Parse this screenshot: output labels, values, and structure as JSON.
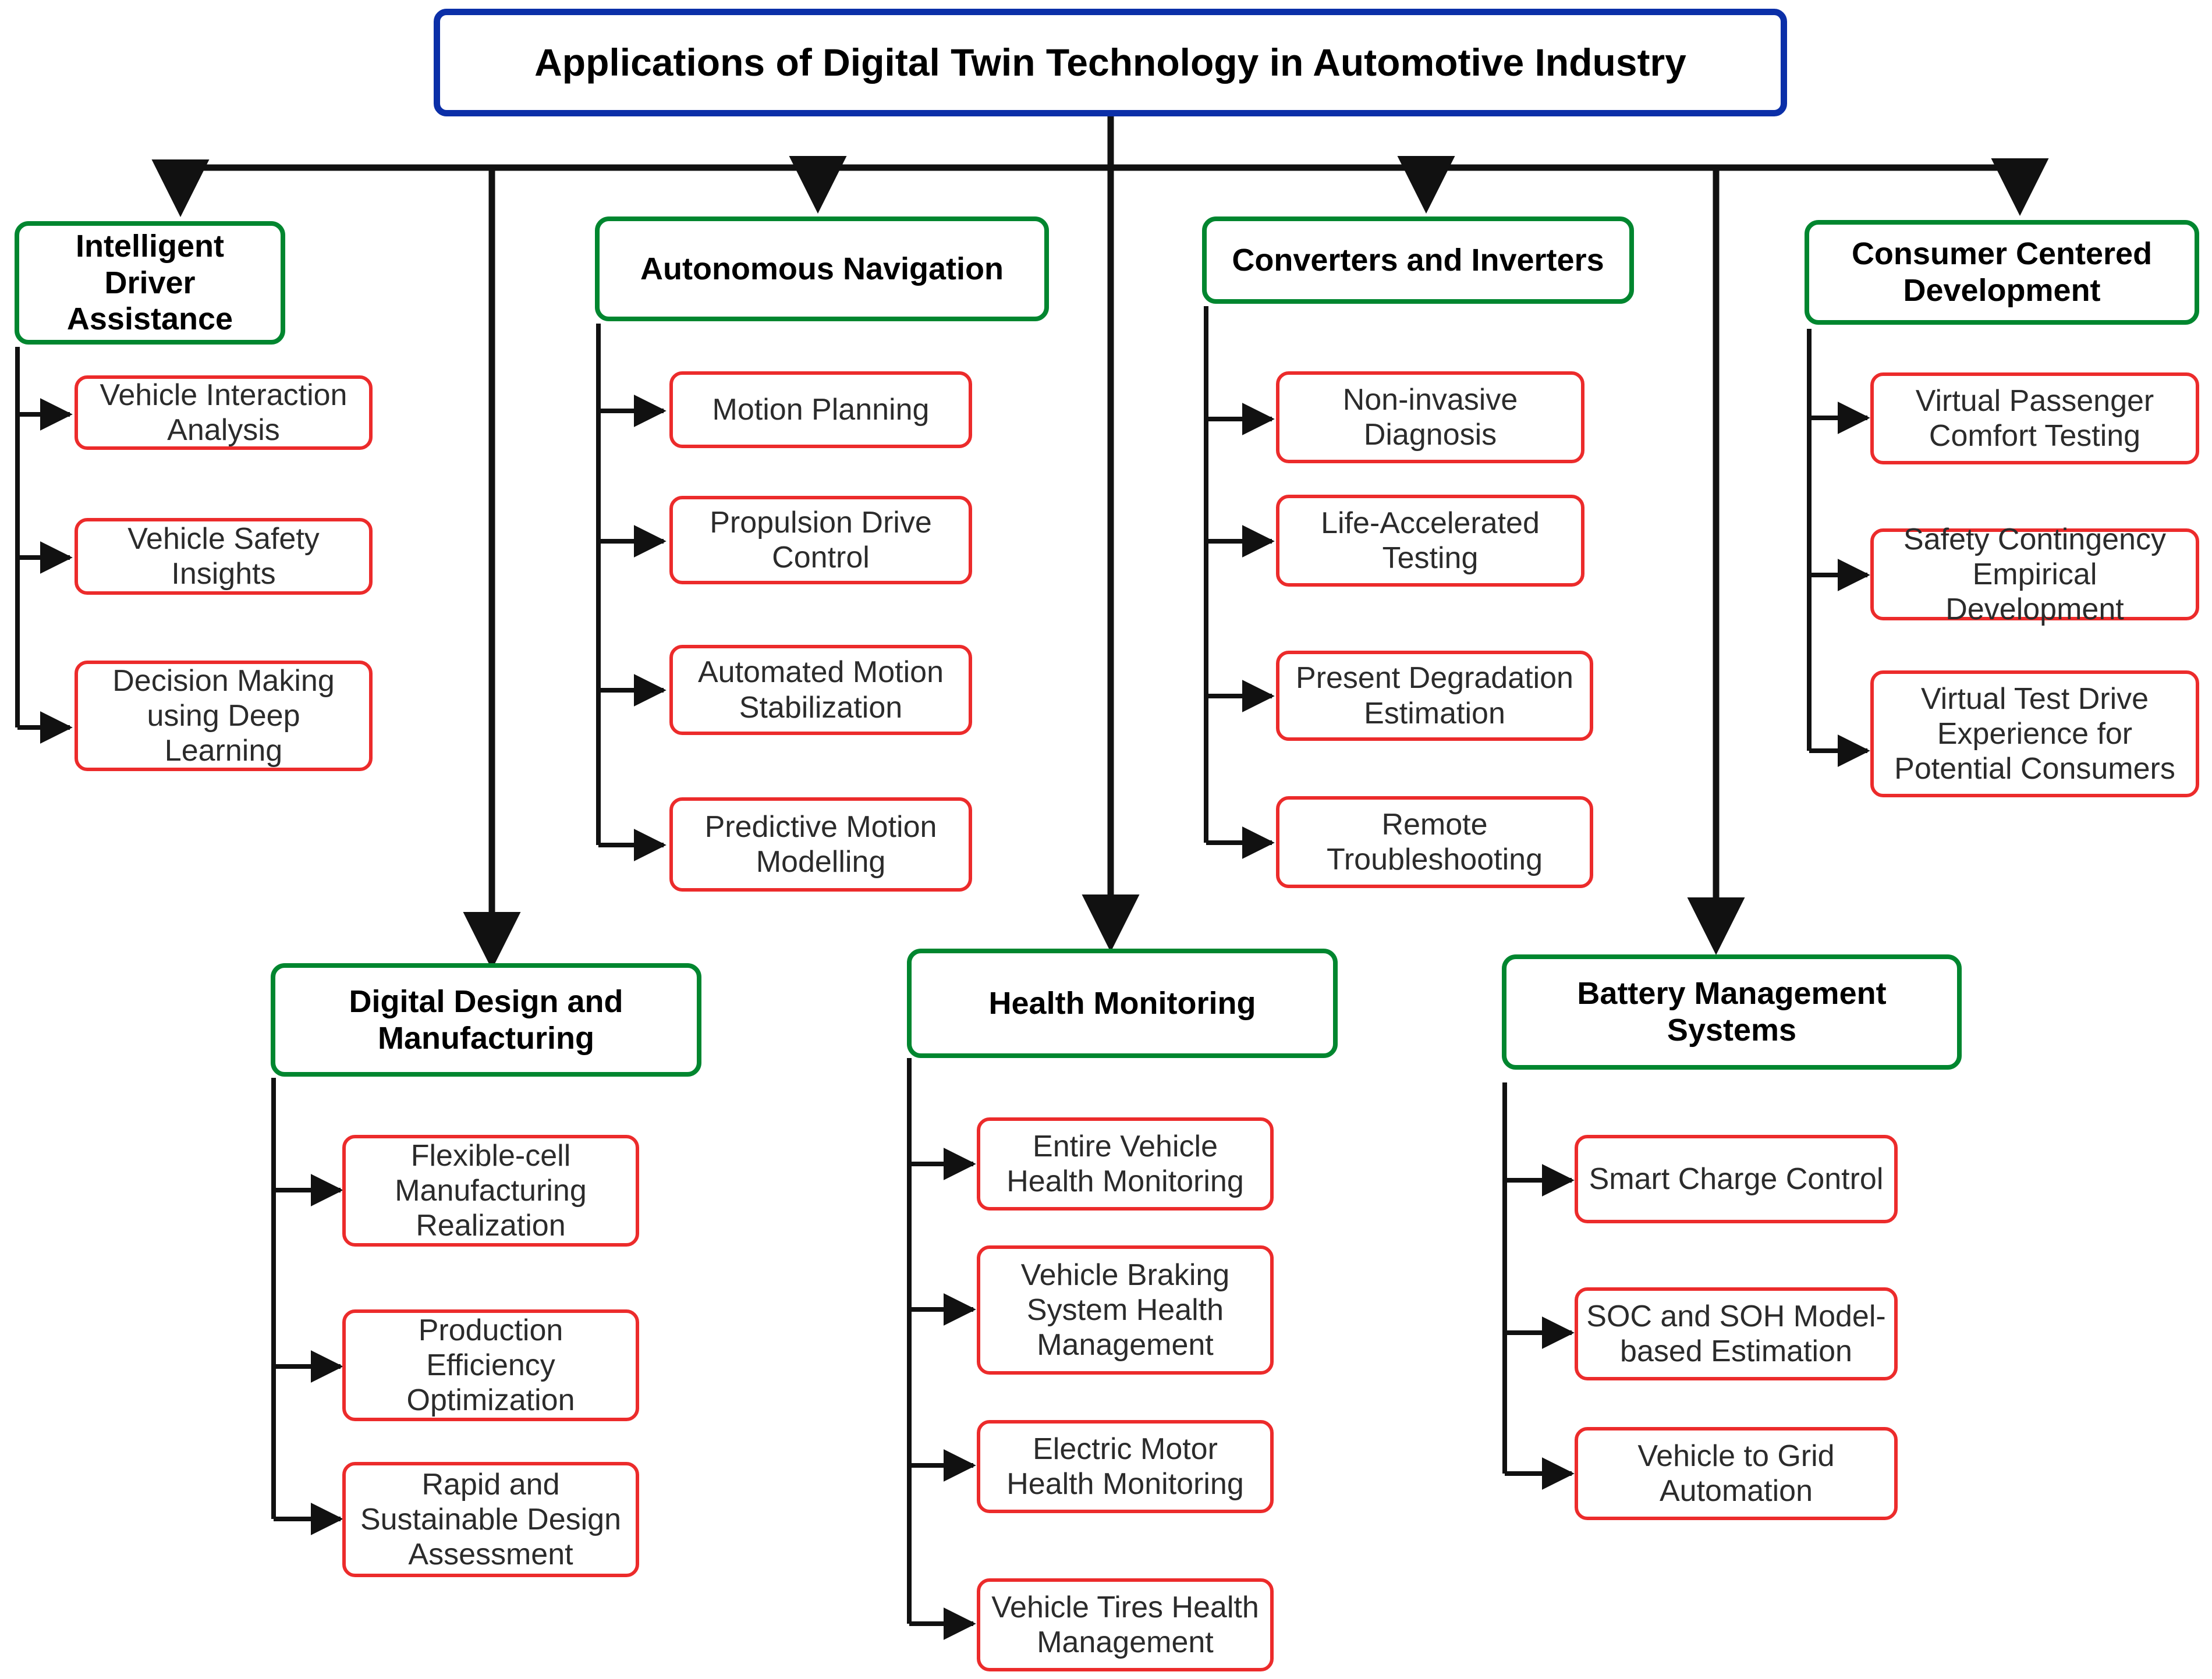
{
  "diagram": {
    "title": "Applications of Digital Twin Technology in Automotive Industry",
    "colors": {
      "root_border": "#0b2fa8",
      "category_border": "#00862f",
      "leaf_border": "#ec2b2b",
      "connector": "#111111",
      "background": "#ffffff",
      "text": "#000000"
    },
    "root": {
      "label": "Applications of Digital Twin Technology in Automotive Industry"
    },
    "categories": [
      {
        "id": "intelligent-driver-assistance",
        "label": "Intelligent Driver Assistance",
        "children": [
          "Vehicle Interaction Analysis",
          "Vehicle Safety Insights",
          "Decision Making using Deep Learning"
        ]
      },
      {
        "id": "autonomous-navigation",
        "label": "Autonomous Navigation",
        "children": [
          "Motion Planning",
          "Propulsion Drive Control",
          "Automated Motion Stabilization",
          "Predictive Motion Modelling"
        ]
      },
      {
        "id": "converters-and-inverters",
        "label": "Converters and Inverters",
        "children": [
          "Non-invasive Diagnosis",
          "Life-Accelerated Testing",
          "Present Degradation Estimation",
          "Remote Troubleshooting"
        ]
      },
      {
        "id": "consumer-centered-development",
        "label": "Consumer Centered Development",
        "children": [
          "Virtual Passenger Comfort Testing",
          "Safety Contingency Empirical Development",
          "Virtual Test Drive Experience for Potential Consumers"
        ]
      },
      {
        "id": "digital-design-and-manufacturing",
        "label": "Digital Design and Manufacturing",
        "children": [
          "Flexible-cell Manufacturing Realization",
          "Production Efficiency Optimization",
          "Rapid and Sustainable Design Assessment"
        ]
      },
      {
        "id": "health-monitoring",
        "label": "Health Monitoring",
        "children": [
          "Entire Vehicle Health Monitoring",
          "Vehicle Braking System Health Management",
          "Electric Motor Health Monitoring",
          "Vehicle Tires Health Management"
        ]
      },
      {
        "id": "battery-management-systems",
        "label": "Battery Management Systems",
        "children": [
          "Smart Charge Control",
          "SOC and SOH Model-based Estimation",
          "Vehicle to Grid Automation"
        ]
      }
    ]
  }
}
